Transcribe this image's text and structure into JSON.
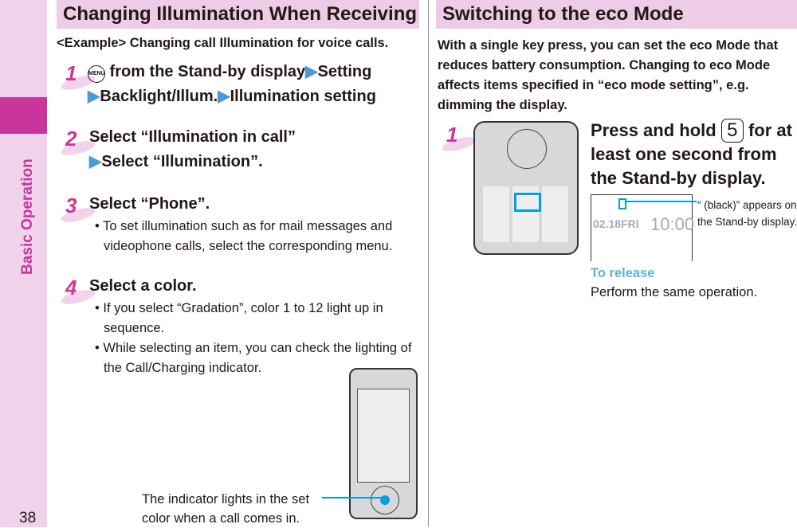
{
  "sidebar": {
    "section": "Basic Operation",
    "page": "38"
  },
  "left": {
    "title": "Changing Illumination When Receiving",
    "example": "<Example> Changing call Illumination for voice calls.",
    "steps": [
      {
        "n": "1",
        "menu_icon": "MENU",
        "l1": " from the Stand-by display",
        "l1b": "Setting",
        "l2": "Backlight/Illum.",
        "l2b": "Illumination setting"
      },
      {
        "n": "2",
        "l1": "Select “Illumination in call”",
        "l2": "Select “Illumination”."
      },
      {
        "n": "3",
        "l1": "Select “Phone”.",
        "bullets": [
          "To set illumination such as for mail messages and videophone calls, select the corresponding menu."
        ]
      },
      {
        "n": "4",
        "l1": "Select a color.",
        "bullets": [
          "If you select “Gradation”, color 1 to 12 light up in sequence.",
          "While selecting an item, you can check the lighting of the Call/Charging indicator."
        ]
      }
    ],
    "callout": "The indicator lights in the set color when a call comes in."
  },
  "right": {
    "title": "Switching to the eco Mode",
    "intro": "With a single key press, you can set the eco Mode that reduces battery consumption. Changing to eco Mode affects items specified in “eco mode setting”, e.g. dimming the display.",
    "step": {
      "n": "1",
      "pre": "Press and hold ",
      "key": "5",
      "post": " for at least one second from the Stand-by display."
    },
    "screen": {
      "date": "02.18FRI",
      "time": "10:00"
    },
    "callout": "“  (black)” appears on the Stand-by display.",
    "release_label": "To release",
    "release_text": "Perform the same operation."
  },
  "colors": {
    "accent": "#c8369a",
    "header": "#eecbe6",
    "highlight": "#00a0e0",
    "release": "#5ab4d6"
  }
}
